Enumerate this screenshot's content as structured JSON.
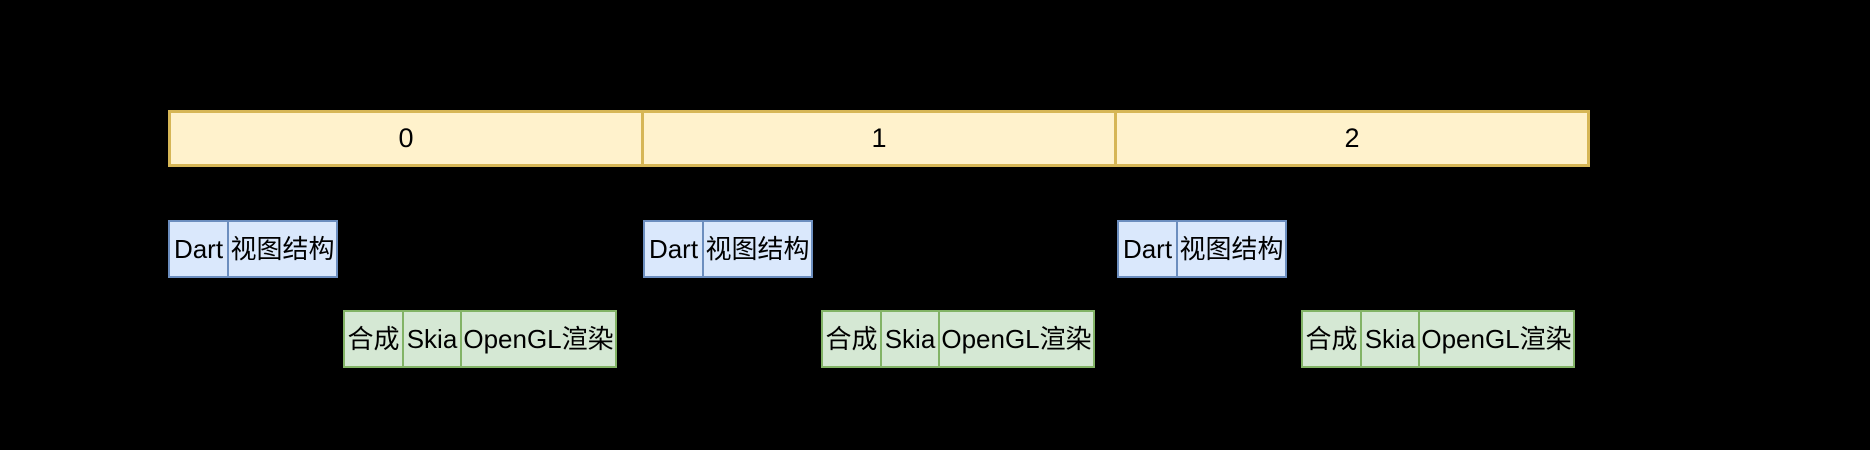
{
  "background": "#000000",
  "colors": {
    "timeline_fill": "#fff2cc",
    "timeline_stroke": "#d6b656",
    "ui_box_fill": "#dae8fc",
    "ui_box_stroke": "#6c8ebf",
    "raster_box_fill": "#d5e8d4",
    "raster_box_stroke": "#82b366",
    "text": "#000000"
  },
  "timeline": {
    "frames": [
      "0",
      "1",
      "2"
    ]
  },
  "groups": [
    {
      "ui_cells": [
        "Dart",
        "视图结构"
      ],
      "raster_cells": [
        "合成",
        "Skia",
        "OpenGL渲染"
      ]
    },
    {
      "ui_cells": [
        "Dart",
        "视图结构"
      ],
      "raster_cells": [
        "合成",
        "Skia",
        "OpenGL渲染"
      ]
    },
    {
      "ui_cells": [
        "Dart",
        "视图结构"
      ],
      "raster_cells": [
        "合成",
        "Skia",
        "OpenGL渲染"
      ]
    }
  ]
}
